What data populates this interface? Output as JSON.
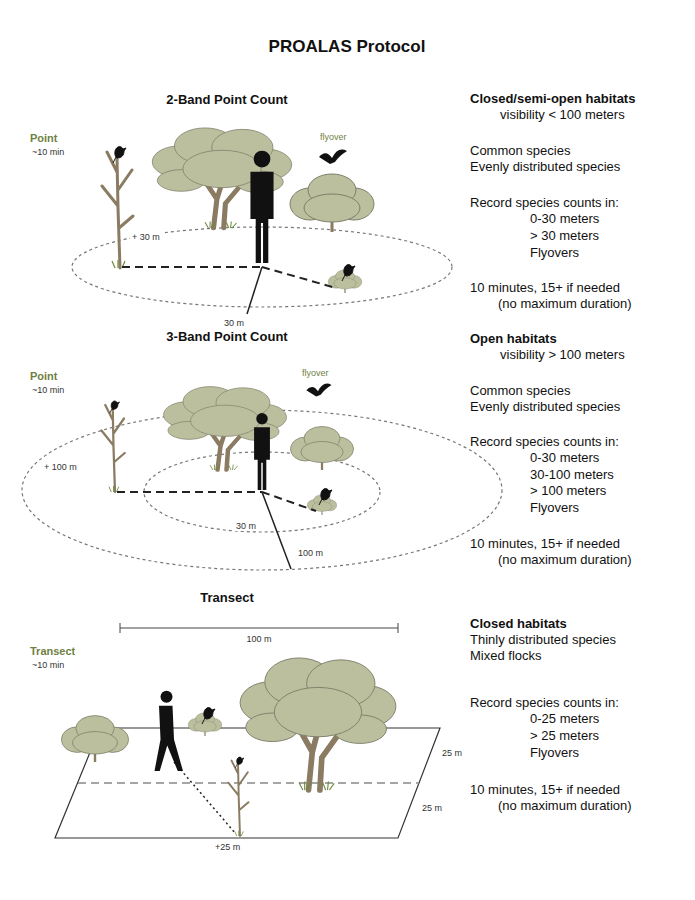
{
  "diagram": {
    "title": "PROALAS Protocol",
    "labels": [
      "2-Band Point Count",
      "Point",
      "~10 min",
      "+ 30 m",
      "30 m",
      "flyover",
      "Closed/semi-open habitats",
      "visibility < 100 meters",
      "Common species",
      "Evenly distributed species",
      "Record species counts in:",
      "0-30 meters",
      "> 30 meters",
      "Flyovers",
      "10 minutes, 15+ if needed",
      "(no maximum duration)",
      "3-Band Point Count",
      "Point",
      "~10 min",
      "flyover",
      "+ 100 m",
      "30 m",
      "100 m",
      "Open habitats",
      "visibility > 100 meters",
      "Common species",
      "Evenly distributed species",
      "Record species counts in:",
      "0-30 meters",
      "30-100 meters",
      "> 100 meters",
      "Flyovers",
      "10 minutes, 15+ if needed",
      "(no maximum duration)",
      "Transect",
      "100 m",
      "Transect",
      "~10 min",
      "25 m",
      "25 m",
      "+25 m",
      "Closed habitats",
      "Thinly distributed species",
      "Mixed flocks",
      "Record species counts in:",
      "0-25 meters",
      "> 25 meters",
      "Flyovers",
      "10 minutes, 15+ if needed",
      "(no maximum duration)"
    ]
  }
}
